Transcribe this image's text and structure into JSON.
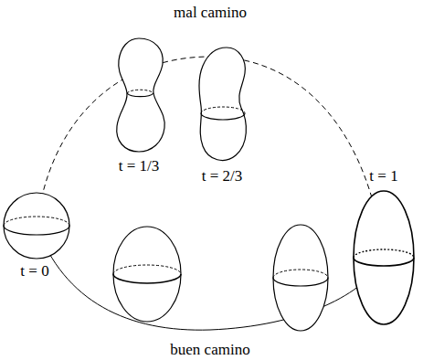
{
  "diagram": {
    "labels": [
      "mal camino",
      "t = 1/3",
      "t = 2/3",
      "t = 1",
      "t = 0",
      "buen camino"
    ]
  }
}
